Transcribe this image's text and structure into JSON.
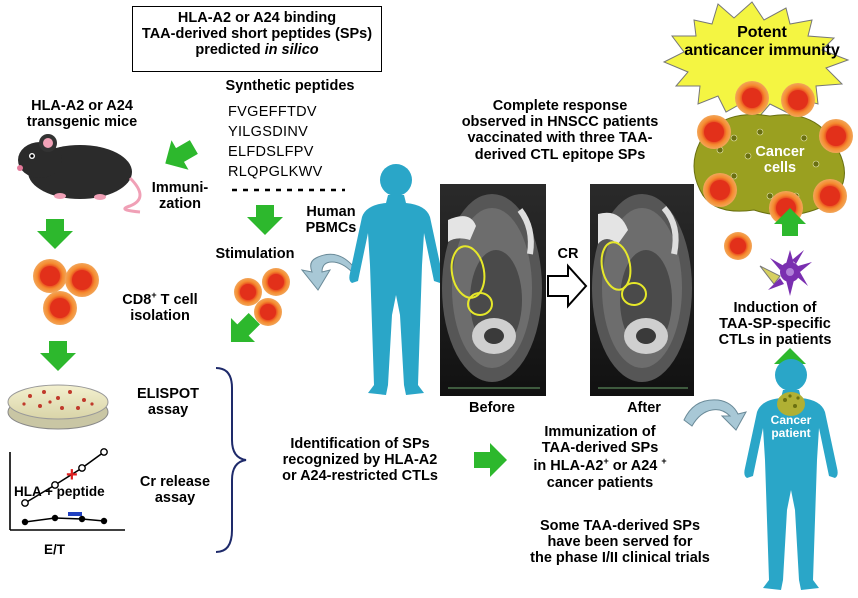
{
  "title_box": {
    "line1": "HLA-A2 or A24 binding",
    "line2": "TAA-derived short peptides (SPs)",
    "line3_prefix": "predicted ",
    "line3_italic": "in silico"
  },
  "synthetic_peptides": {
    "title": "Synthetic peptides",
    "sequences": [
      "FVGEFFTDV",
      "YILGSDINV",
      "ELFDSLFPV",
      "RLQPGLKWV"
    ]
  },
  "mice": {
    "line1": "HLA-A2 or A24",
    "line2": "transgenic mice"
  },
  "immunization": {
    "line1": "Immuni-",
    "line2": "zation"
  },
  "human_pbmcs": {
    "line1": "Human",
    "line2": "PBMCs"
  },
  "stimulation": "Stimulation",
  "cd8_isolation": {
    "line1_a": "CD8",
    "line1_sup": "+",
    "line1_b": " T cell",
    "line2": "isolation"
  },
  "elispot": {
    "line1": "ELISPOT",
    "line2": "assay"
  },
  "cr_release": {
    "line1": "Cr release",
    "line2": "assay"
  },
  "graph": {
    "label": "HLA + peptide",
    "plus": "+",
    "minus": "−",
    "axis": "E/T"
  },
  "identification": {
    "line1": "Identification of SPs",
    "line2": "recognized by HLA-A2",
    "line3": "or A24-restricted CTLs"
  },
  "complete_response": {
    "line1": "Complete response",
    "line2": "observed in HNSCC patients",
    "line3": "vaccinated with three TAA-",
    "line4": "derived CTL epitope SPs"
  },
  "cr_label": "CR",
  "before": "Before",
  "after": "After",
  "potent": {
    "line1": "Potent",
    "line2": "anticancer immunity"
  },
  "cancer_cells": {
    "line1": "Cancer",
    "line2": "cells"
  },
  "induction": {
    "line1": "Induction of",
    "line2": "TAA-SP-specific",
    "line3": "CTLs in patients"
  },
  "cancer_patient": {
    "line1": "Cancer",
    "line2": "patient"
  },
  "immunization_patients": {
    "line1": "Immunization of",
    "line2": "TAA-derived SPs",
    "line3_a": "in HLA-A2",
    "sup1": "+",
    "line3_b": " or A24 ",
    "sup2": "+",
    "line4": "cancer patients"
  },
  "clinical_trials": {
    "line1": "Some TAA-derived SPs",
    "line2": "have been served for",
    "line3": "the phase I/II clinical trials"
  },
  "colors": {
    "arrow_green": "#2db82d",
    "human_blue": "#2aa6c8",
    "cell_red": "#e83a1c",
    "cell_orange": "#f59a3a",
    "cancer_olive": "#9aa020",
    "starburst": "#f4f542",
    "graph_plus": "#e02020",
    "graph_minus": "#2040c0",
    "ct_circle": "#e6e82a"
  }
}
